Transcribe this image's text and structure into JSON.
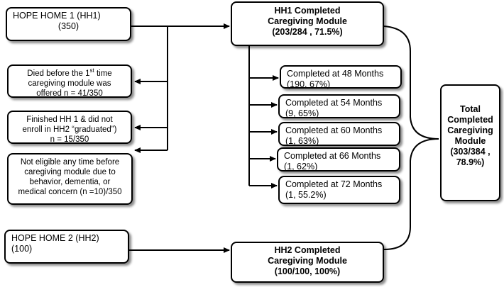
{
  "hh1": {
    "line1": "HOPE HOME 1 (HH1)",
    "line2": "(350)"
  },
  "hh1_completed": {
    "line1": "HH1 Completed",
    "line2": "Caregiving Module",
    "line3": "(203/284 , 71.5%)"
  },
  "died": {
    "line1_pre": "Died before the 1",
    "line1_sup": "st",
    "line1_post": " time",
    "line2": "caregiving module was",
    "line3": "offered n = 41/350"
  },
  "finished": {
    "line1": "Finished HH 1 & did not",
    "line2": "enroll in HH2 “graduated”)",
    "line3": "n = 15/350"
  },
  "not_eligible": {
    "line1": "Not eligible any time before",
    "line2": "caregiving module due to",
    "line3": "behavior, dementia, or",
    "line4": "medical concern (n =10)/350"
  },
  "completions": [
    {
      "line1": "Completed at 48 Months",
      "line2": "(190, 67%)"
    },
    {
      "line1": "Completed at 54 Months",
      "line2": "(9, 65%)"
    },
    {
      "line1": "Completed at 60 Months",
      "line2": "(1, 63%)"
    },
    {
      "line1": "Completed at 66 Months",
      "line2": "(1, 62%)"
    },
    {
      "line1": "Completed at 72 Months",
      "line2": "(1, 55.2%)"
    }
  ],
  "hh2": {
    "line1": "HOPE HOME 2 (HH2)",
    "line2": "(100)"
  },
  "hh2_completed": {
    "line1": "HH2 Completed",
    "line2": "Caregiving Module",
    "line3": "(100/100, 100%)"
  },
  "total": {
    "line1": "Total",
    "line2": "Completed",
    "line3": "Caregiving",
    "line4": "Module",
    "line5": "(303/384 ,",
    "line6": "78.9%)"
  }
}
